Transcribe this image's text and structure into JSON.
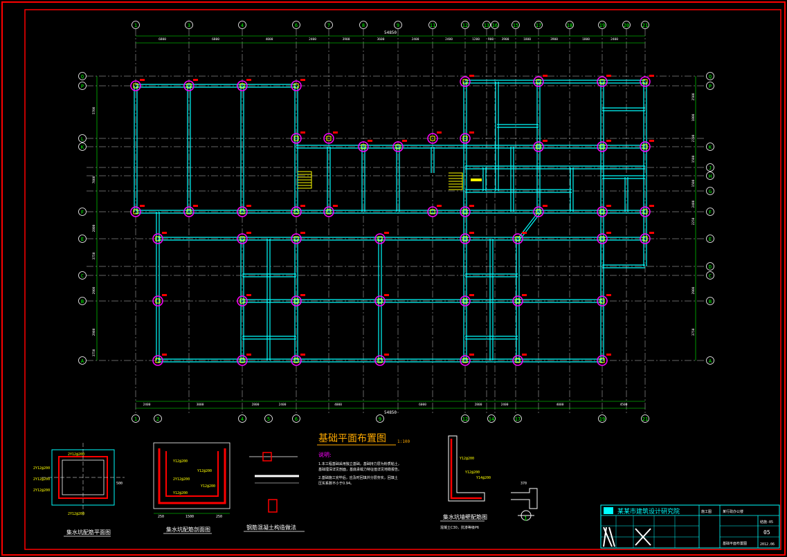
{
  "drawing": {
    "title": "基础平面布置图",
    "scale": "1:100",
    "notes_label": "说明:",
    "notes": [
      "1.本工程基础采用独立基础，基础持力层为粉质粘土，",
      "  基础埋深详见剖面，基底承载力特征值详见地勘报告。",
      "2.基础施工完毕后，应及时回填并分层夯实，回填土",
      "  压实系数不小于0.94。"
    ]
  },
  "grid": {
    "top_axes": [
      "1",
      "3",
      "4",
      "6",
      "7",
      "8",
      "9",
      "11",
      "12",
      "13",
      "16",
      "15",
      "17",
      "18",
      "19",
      "20",
      "21"
    ],
    "bottom_axes": [
      "1",
      "2",
      "4",
      "5",
      "6",
      "9",
      "12",
      "14",
      "17",
      "19",
      "21"
    ],
    "right_axes": [
      "Q",
      "P",
      "K",
      "J",
      "H",
      "G",
      "F",
      "E",
      "D",
      "C",
      "B",
      "A"
    ],
    "left_axes": [
      "Q",
      "P",
      "L",
      "K",
      "F",
      "E",
      "C",
      "B",
      "A"
    ],
    "total_top": "54850",
    "total_bottom": "54850",
    "top_spans": [
      "6800",
      "6800",
      "4000",
      "2400",
      "3900",
      "3600",
      "2400",
      "2400",
      "1200",
      "900",
      "3900",
      "1800",
      "3900",
      "1800",
      "2400"
    ],
    "bottom_spans": [
      "2400",
      "3000",
      "2800",
      "2400",
      "4000",
      "6000",
      "2800",
      "2400",
      "4000",
      "4500"
    ],
    "left_dims": [
      "5700",
      "7000",
      "2800",
      "3750",
      "2900",
      "2900",
      "3750"
    ],
    "right_dims": [
      "2500",
      "1800",
      "2700",
      "1500",
      "1500",
      "2400",
      "2250",
      "2900",
      "3750"
    ]
  },
  "details": {
    "detail1": {
      "caption": "集水坑配筋平面图",
      "rebar": [
        "2Y12@200",
        "2Y12@200",
        "2Y12@200",
        "2Y12@200",
        "2Y12@200"
      ],
      "dim": "500"
    },
    "detail2": {
      "caption": "集水坑配筋剖面图",
      "rebar": [
        "Y12@200",
        "Y12@200",
        "2Y12@200",
        "Y12@200",
        "Y12@200"
      ],
      "dims": [
        "250",
        "1500",
        "250"
      ]
    },
    "detail3": {
      "caption": "钢筋混凝土构造做法"
    },
    "detail4": {
      "caption": "集水坑墙壁配筋图",
      "subcaption": "混凝土C30，抗渗等级P6",
      "rebar": [
        "Y12@200",
        "Y12@200",
        "Y14@200"
      ]
    },
    "detail5": {
      "symbol": "1",
      "dim": "370"
    }
  },
  "title_block": {
    "company": "某某市建筑设计研究院",
    "project": "某行政办公楼",
    "drawing_name": "基础平面布置图",
    "drawing_no": "结施-05",
    "sheet": "05",
    "date": "2012.06",
    "design_phase": "施工图"
  },
  "colors": {
    "background": "#000000",
    "frame": "#ff0000",
    "wall": "#00ffff",
    "grid_line": "#ffffff",
    "dim": "#00ff00",
    "footing": "#ff00ff",
    "tag": "#ff0000",
    "title_text": "#ffaa00",
    "stair": "#ffff00"
  }
}
